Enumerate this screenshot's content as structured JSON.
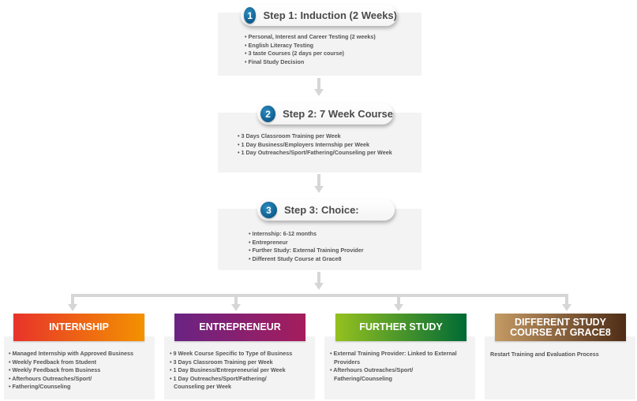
{
  "steps": [
    {
      "number": "1",
      "title": "Step 1: Induction (2 Weeks)",
      "bullets": [
        "Personal, Interest and Career Testing (2 weeks)",
        "English Literacy Testing",
        "3 taste Courses (2 days per course)",
        "Final Study Decision"
      ]
    },
    {
      "number": "2",
      "title": "Step 2: 7 Week Course",
      "bullets": [
        "3 Days Classroom Training per Week",
        "1 Day Business/Employers Internship per Week",
        "1 Day Outreaches/Sport/Fathering/Counseling per Week"
      ]
    },
    {
      "number": "3",
      "title": "Step 3: Choice:",
      "bullets": [
        "Internship: 6-12 months",
        "Entrepreneur",
        "Further Study:   External Training Provider",
        "Different Study Course at Grace8"
      ]
    }
  ],
  "options": [
    {
      "title": "INTERNSHIP",
      "colors": [
        "#e8332a",
        "#f39200"
      ],
      "bullets": [
        "Managed Internship with Approved Business",
        "Weekly Feedback from Student",
        "Weekly Feedback from Business",
        "Afterhours Outreaches/Sport/",
        "Fathering/Counseling"
      ]
    },
    {
      "title": "ENTREPRENEUR",
      "colors": [
        "#6a2383",
        "#a51d5c"
      ],
      "bullets": [
        "9 Week Course Specific to Type of Business",
        "3 Days Classroom Training per Week",
        "1 Day Business/Entrepreneurial per Week",
        "1 Day Outreaches/Sport/Fathering/ Counseling per Week"
      ]
    },
    {
      "title": "FURTHER STUDY",
      "colors": [
        "#95c11f",
        "#006a35"
      ],
      "bullets": [
        "External Training Provider:  Linked to External Providers",
        "Afterhours Outreaches/Sport/ Fathering/Counseling"
      ]
    },
    {
      "title": "DIFFERENT STUDY COURSE AT GRACE8",
      "colors": [
        "#c49a64",
        "#4e2c16"
      ],
      "text": "Restart Training and Evaluation Process"
    }
  ]
}
